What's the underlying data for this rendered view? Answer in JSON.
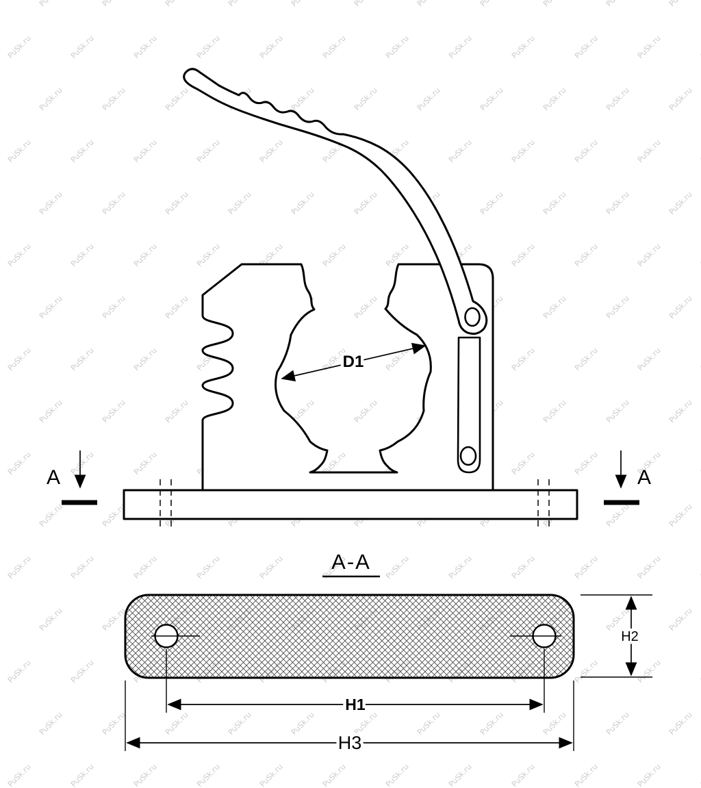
{
  "watermark": {
    "text": "PuSk.ru"
  },
  "front_view": {
    "dim_d1": "D1",
    "section_label_left": "A",
    "section_label_right": "A"
  },
  "section_view": {
    "title": "A-A",
    "dim_h1": "H1",
    "dim_h2": "H2",
    "dim_h3": "H3"
  }
}
